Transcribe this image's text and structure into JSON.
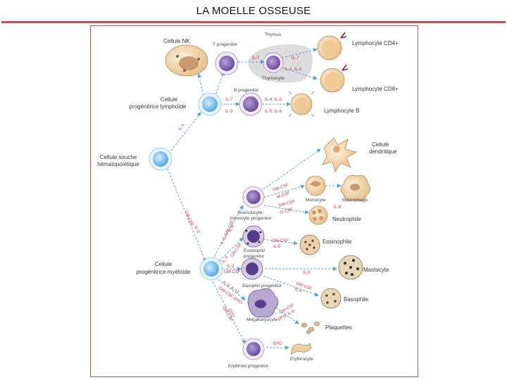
{
  "slide": {
    "title": "LA MOELLE OSSEUSE"
  },
  "colors": {
    "accent": "#c0504d",
    "arrow": "#5aa0d8",
    "cytokine": "#c0304a"
  },
  "labels": {
    "nk": "Cellule NK",
    "t_progenitor": "T progenitor",
    "thymus": "Thymus",
    "thymocyte": "Thymocyte",
    "cd4": "Lymphocyte CD4+",
    "cd8": "Lymphocyte CD8+",
    "lymphoid_progenitor_l1": "Cellule",
    "lymphoid_progenitor_l2": "progénitrice lymphoïde",
    "b_progenitor": "B progenitor",
    "b_lymphocyte": "Lymphocyte B",
    "stem_l1": "Cellule souche",
    "stem_l2": "hématopoïétique",
    "dendritic_l1": "Cellule",
    "dendritic_l2": "dendritique",
    "gm_progenitor_l1": "Granulocyte-",
    "gm_progenitor_l2": "monocyte progenitor",
    "monocyte": "Monocyte",
    "macrophage": "Macrophage",
    "neutrophile": "Neutrophile",
    "eosinophil_progenitor_l1": "Eosinophil",
    "eosinophil_progenitor_l2": "progenitor",
    "eosinophile": "Eosinophile",
    "myeloid_progenitor_l1": "Cellule",
    "myeloid_progenitor_l2": "progénitrice myéloïde",
    "basophil_progenitor": "Basophil progenitor",
    "mastocyte": "Mastocyte",
    "basophile": "Basophile",
    "megakaryocyte": "Megakaryocyte",
    "plaquettes": "Plaquettes",
    "erythroid_progenitor": "Erythroid progenitor",
    "erythrocyte": "Erythrocyte"
  },
  "cytokines": {
    "il3_stem": "IL-3",
    "gmcsf_stem_l1": "GM-CSF",
    "gmcsf_stem_l2": "IL-3",
    "il7_t": "IL-7",
    "il7_thy": "IL-7",
    "il2_il4": "IL-2, IL-4",
    "il7_b": "IL-7",
    "il3_b": "IL-3",
    "il4_il2": "IL-4, IL-2",
    "il5_il6": "IL-5, IL-6",
    "il3_gm_l1": "IL-3, GM-CSF",
    "il3_gm_l2": "IL-6",
    "gmcsf_mono_l1": "GM-CSF",
    "gmcsf_mono_l2": "M-CSF",
    "gmcsf_neut_l1": "GM-CSF",
    "gmcsf_neut_l2": "G-CSF",
    "il8": "IL-8",
    "il3_eos_l1": "IL-3",
    "il3_eos_l2": "GM-CSF",
    "gmcsf_eos_l1": "GM-CSF",
    "gmcsf_eos_l2": "IL-5",
    "il3_baso_l1": "IL-3",
    "il3_baso_l2": "GM-CSF",
    "il9": "IL-9",
    "gmcsf_baso_l1": "GM-CSF",
    "gmcsf_baso_l2": "IL-4",
    "il3_mega_l1": "IL-3, IL-11",
    "il3_mega_l2": "GM-CSF, EPO",
    "gmcsf_plt_l1": "GM-CSF",
    "gmcsf_plt_l2": "EPO, IL-6",
    "gmcsf_ery_l1": "GM-CSF",
    "gmcsf_ery_l2": "EPO",
    "epo": "EPO"
  }
}
